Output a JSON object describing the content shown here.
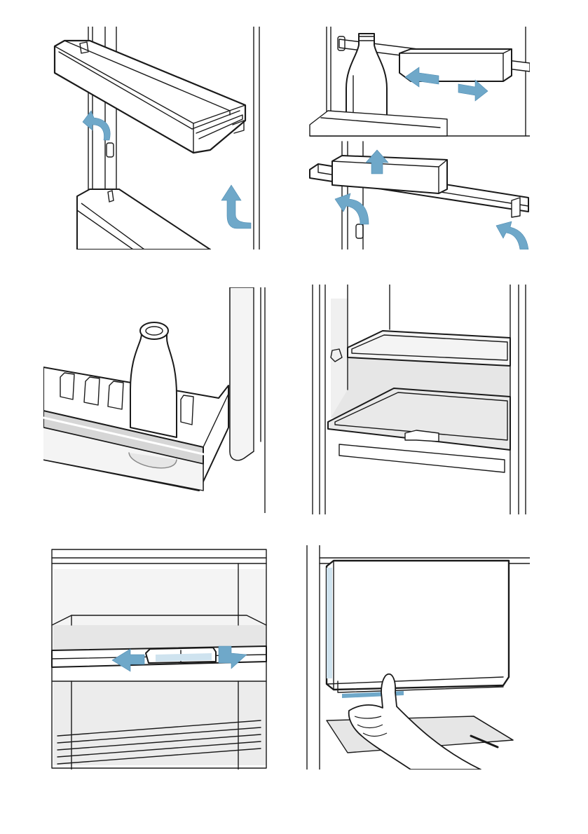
{
  "page": {
    "background": "#ffffff"
  },
  "colors": {
    "line": "#1a1a1a",
    "arrow": "#6fa8c9",
    "interior_shade": "#e6e6e6",
    "light_shade": "#f2f2f2",
    "white": "#ffffff"
  },
  "figures": [
    {
      "id": "fig-1",
      "description_name": "door-rack-lift-out",
      "icons": [
        "curved-up-arrow-icon",
        "curved-up-arrow-icon"
      ]
    },
    {
      "id": "fig-2",
      "description_name": "movable-holder-slide-and-lift",
      "icons": [
        "double-horizontal-arrow-icon",
        "up-arrow-icon",
        "curved-up-arrow-icon",
        "curved-up-arrow-icon"
      ]
    },
    {
      "id": "fig-3",
      "description_name": "bottle-in-door-rack",
      "icons": []
    },
    {
      "id": "fig-4",
      "description_name": "glass-shelves-interior",
      "icons": []
    },
    {
      "id": "fig-5",
      "description_name": "slider-on-shelf",
      "icons": [
        "double-horizontal-arrow-icon"
      ]
    },
    {
      "id": "fig-6",
      "description_name": "drawer-front-removal",
      "icons": [
        "hand-icon"
      ]
    }
  ]
}
